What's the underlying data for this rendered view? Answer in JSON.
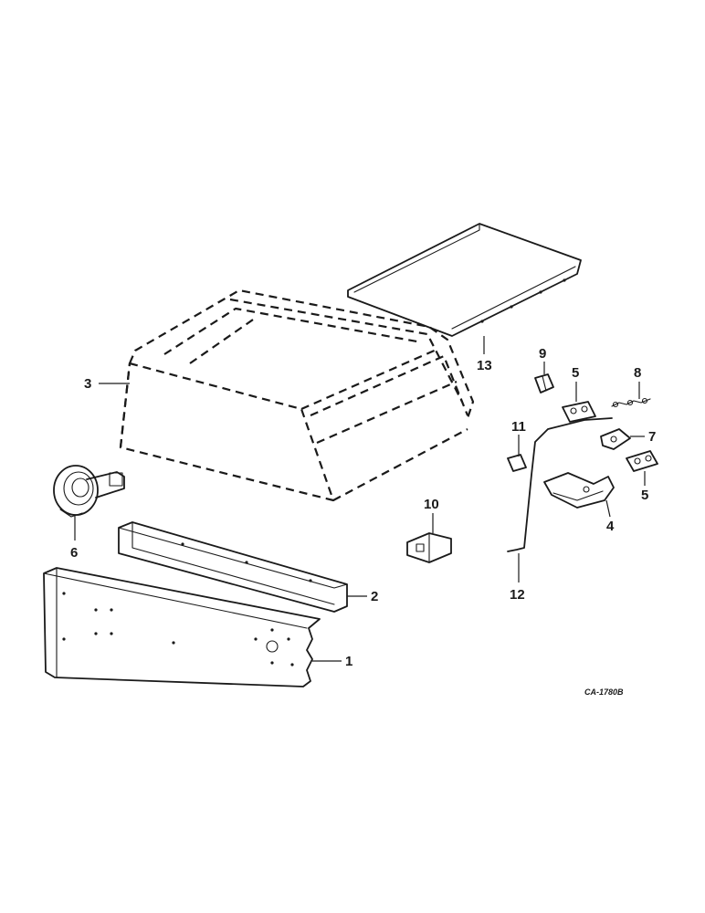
{
  "figure": {
    "drawing_code": "CA-1780B",
    "callouts": [
      {
        "id": "c1",
        "label": "1"
      },
      {
        "id": "c2",
        "label": "2"
      },
      {
        "id": "c3",
        "label": "3"
      },
      {
        "id": "c4",
        "label": "4"
      },
      {
        "id": "c5a",
        "label": "5"
      },
      {
        "id": "c5b",
        "label": "5"
      },
      {
        "id": "c6",
        "label": "6"
      },
      {
        "id": "c7",
        "label": "7"
      },
      {
        "id": "c8",
        "label": "8"
      },
      {
        "id": "c9",
        "label": "9"
      },
      {
        "id": "c10",
        "label": "10"
      },
      {
        "id": "c11",
        "label": "11"
      },
      {
        "id": "c12",
        "label": "12"
      },
      {
        "id": "c13",
        "label": "13"
      }
    ]
  }
}
